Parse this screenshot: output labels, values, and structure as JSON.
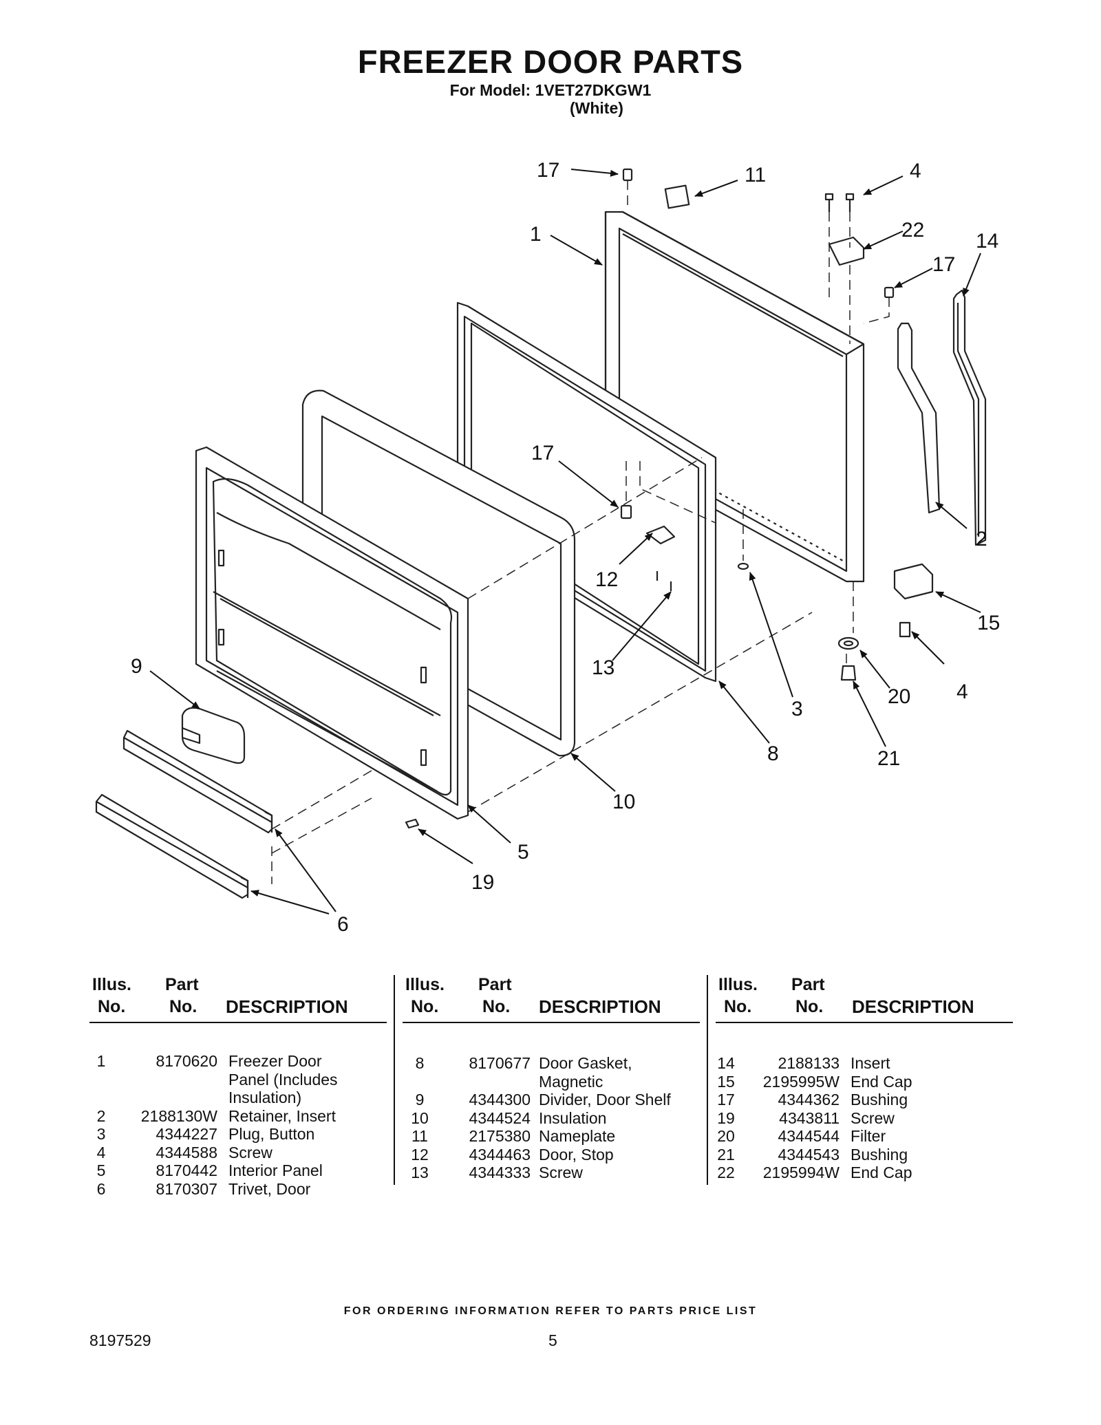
{
  "header": {
    "title": "FREEZER DOOR PARTS",
    "model_line": "For Model: 1VET27DKGW1",
    "color_line": "(White)"
  },
  "diagram": {
    "callouts": {
      "c17a": "17",
      "c11": "11",
      "c4a": "4",
      "c1": "1",
      "c22": "22",
      "c14": "14",
      "c17b": "17",
      "c17c": "17",
      "c2": "2",
      "c12": "12",
      "c15": "15",
      "c9": "9",
      "c13": "13",
      "c3": "3",
      "c20": "20",
      "c4b": "4",
      "c8": "8",
      "c21": "21",
      "c10": "10",
      "c5": "5",
      "c19": "19",
      "c6": "6"
    }
  },
  "table": {
    "headers": {
      "illus_top": "Illus.",
      "illus_bottom": "No.",
      "part_top": "Part",
      "part_bottom": "No.",
      "description": "DESCRIPTION"
    },
    "columns": [
      {
        "rows": [
          {
            "no": "1",
            "part": "8170620",
            "desc": "Freezer Door\nPanel (Includes\nInsulation)"
          },
          {
            "no": "2",
            "part": "2188130W",
            "desc": "Retainer, Insert"
          },
          {
            "no": "3",
            "part": "4344227",
            "desc": "Plug, Button"
          },
          {
            "no": "4",
            "part": "4344588",
            "desc": "Screw"
          },
          {
            "no": "5",
            "part": "8170442",
            "desc": "Interior Panel"
          },
          {
            "no": "6",
            "part": "8170307",
            "desc": "Trivet, Door"
          }
        ]
      },
      {
        "rows": [
          {
            "no": "8",
            "part": "8170677",
            "desc": "Door Gasket,\nMagnetic"
          },
          {
            "no": "9",
            "part": "4344300",
            "desc": "Divider, Door Shelf"
          },
          {
            "no": "10",
            "part": "4344524",
            "desc": "Insulation"
          },
          {
            "no": "11",
            "part": "2175380",
            "desc": "Nameplate"
          },
          {
            "no": "12",
            "part": "4344463",
            "desc": "Door, Stop"
          },
          {
            "no": "13",
            "part": "4344333",
            "desc": "Screw"
          }
        ]
      },
      {
        "rows": [
          {
            "no": "14",
            "part": "2188133",
            "desc": "Insert"
          },
          {
            "no": "15",
            "part": "2195995W",
            "desc": "End Cap"
          },
          {
            "no": "17",
            "part": "4344362",
            "desc": "Bushing"
          },
          {
            "no": "19",
            "part": "4343811",
            "desc": "Screw"
          },
          {
            "no": "20",
            "part": "4344544",
            "desc": "Filter"
          },
          {
            "no": "21",
            "part": "4344543",
            "desc": "Bushing"
          },
          {
            "no": "22",
            "part": "2195994W",
            "desc": "End Cap"
          }
        ]
      }
    ]
  },
  "footer": {
    "ordering_note": "FOR ORDERING INFORMATION REFER TO PARTS PRICE LIST",
    "document_number": "8197529",
    "page_number": "5"
  }
}
